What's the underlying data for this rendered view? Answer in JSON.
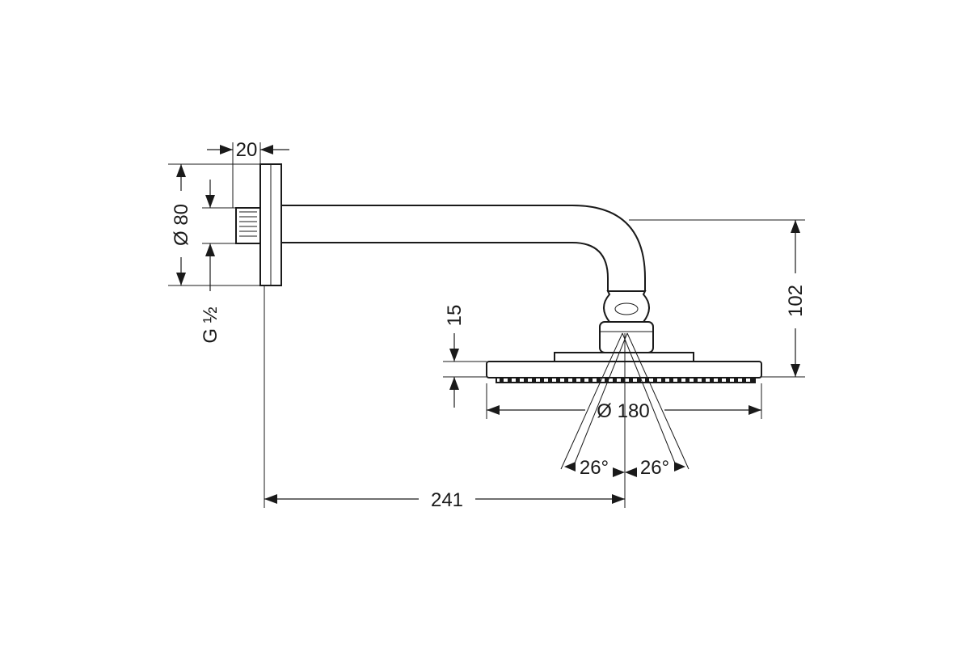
{
  "dimensions": {
    "flange_depth": "20",
    "flange_diameter": "Ø 80",
    "thread": "G ½",
    "drop_height": "102",
    "head_thickness": "15",
    "head_diameter": "Ø 180",
    "tilt_left": "26°",
    "tilt_right": "26°",
    "projection": "241"
  },
  "colors": {
    "line": "#1a1a1a",
    "background": "#ffffff"
  }
}
